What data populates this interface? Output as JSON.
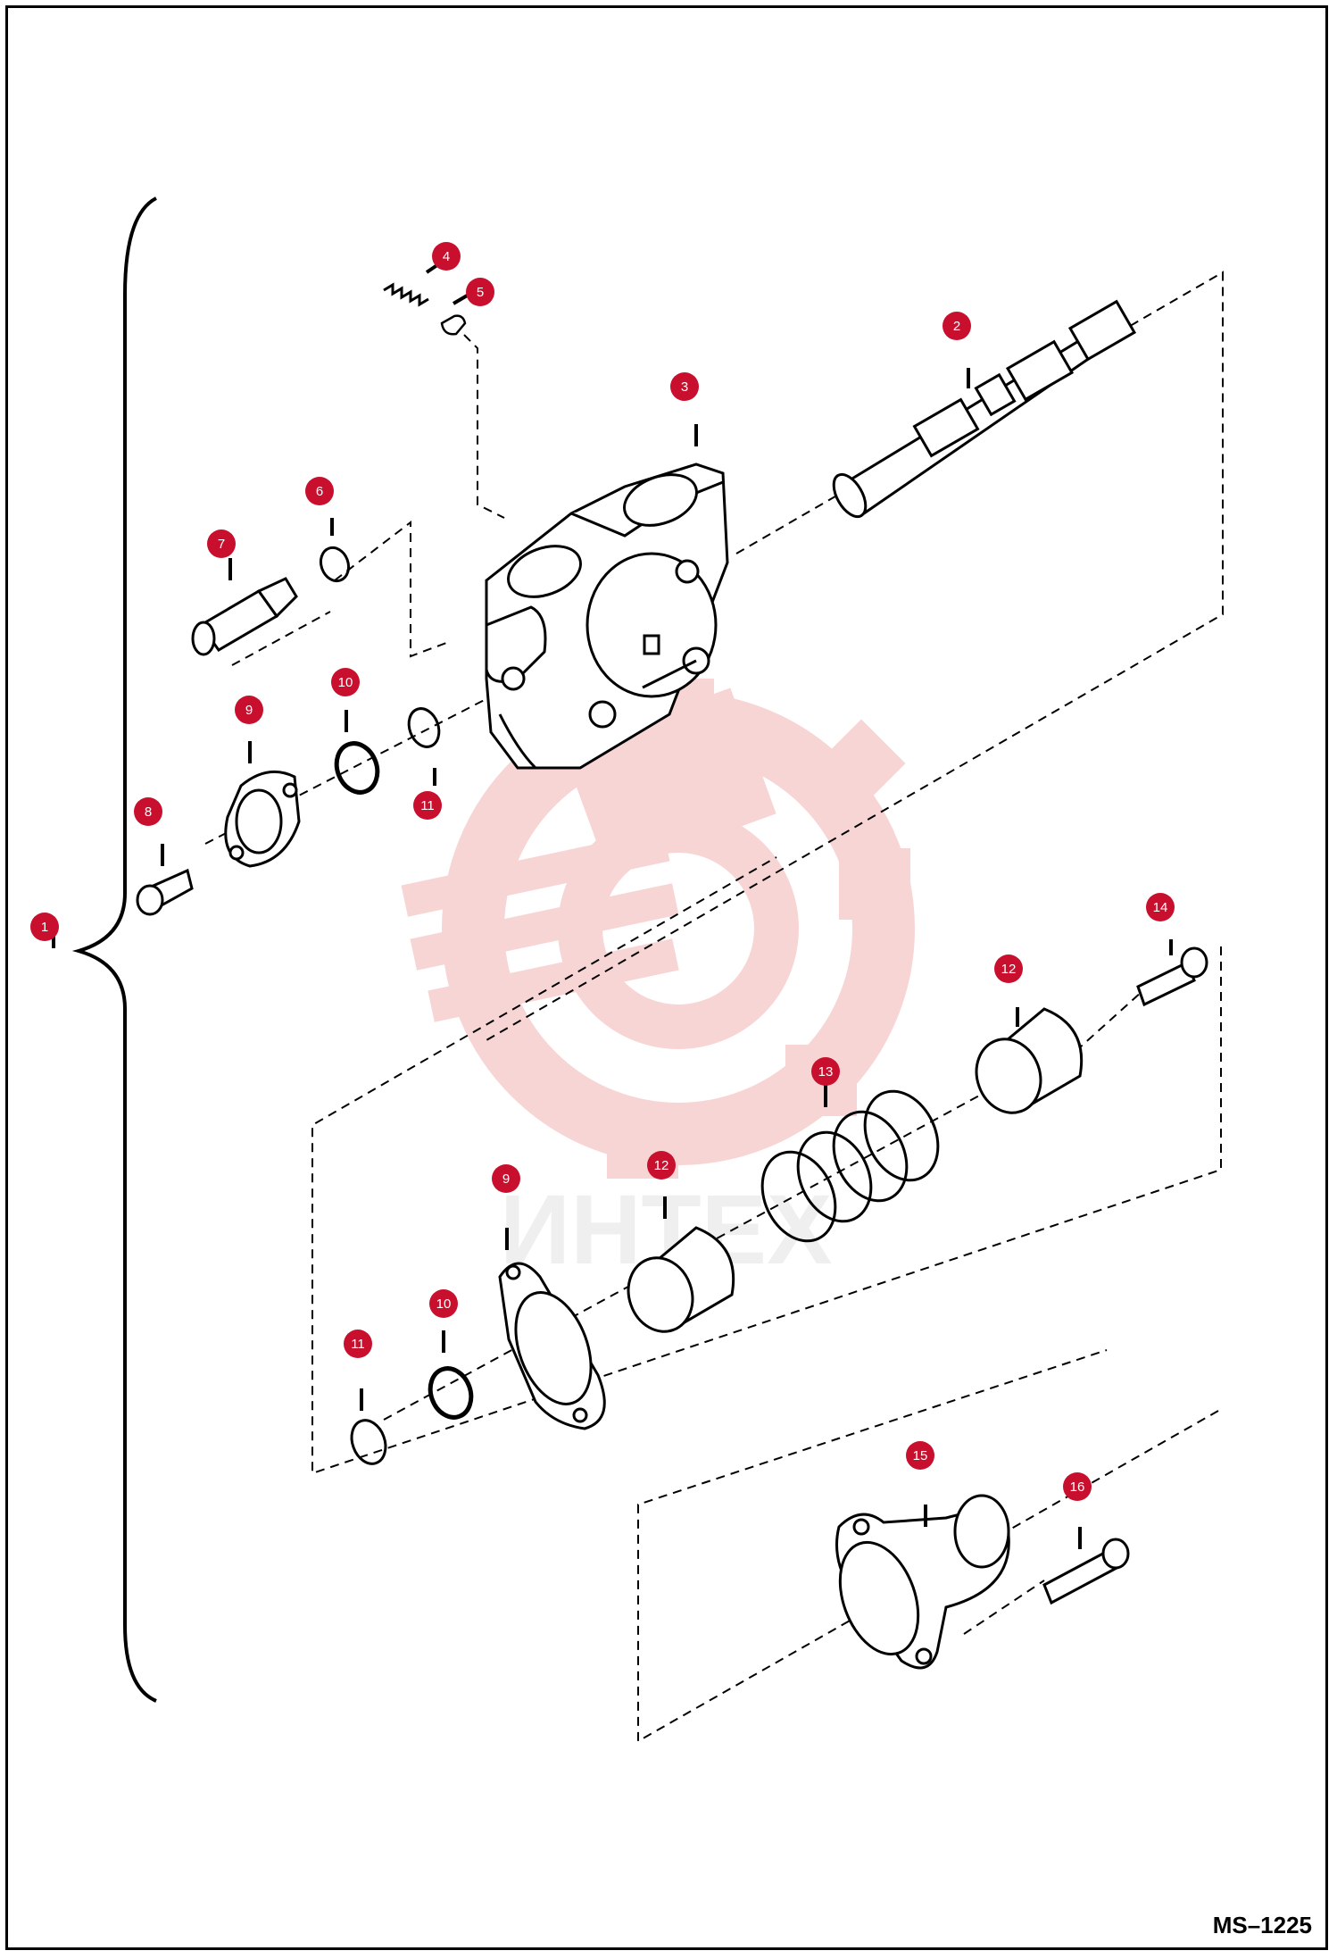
{
  "diagram": {
    "drawing_code": "MS–1225",
    "watermark_text": "ИНТЕХ",
    "colors": {
      "callout": "#c8102e",
      "watermark": "#f4b3b3",
      "line": "#000000"
    },
    "callouts": [
      "1",
      "2",
      "3",
      "4",
      "5",
      "6",
      "7",
      "8",
      "9",
      "10",
      "11",
      "12",
      "13",
      "14",
      "15",
      "16",
      "9",
      "10",
      "11",
      "12"
    ]
  }
}
